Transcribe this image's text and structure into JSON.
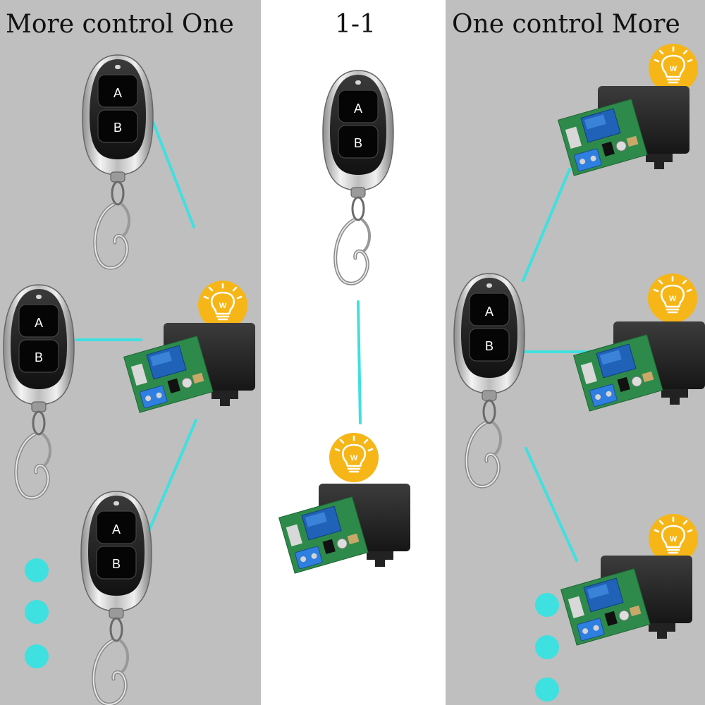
{
  "titles": {
    "left": "More control One",
    "middle": "1-1",
    "right": "One control More"
  },
  "remote": {
    "button_a": "A",
    "button_b": "B"
  },
  "bulb": {
    "symbol": "W"
  },
  "colors": {
    "panel_gray": "#bfbfbf",
    "link_cyan": "#3fe0e0",
    "bulb_badge": "#f6b617",
    "remote_body": "#1c1c1c",
    "relay_case": "#2a2a2a",
    "pcb_green": "#2e8a4a"
  },
  "icons": [
    "remote-control-icon",
    "relay-receiver-icon",
    "light-bulb-icon",
    "ellipsis-dot-icon"
  ]
}
